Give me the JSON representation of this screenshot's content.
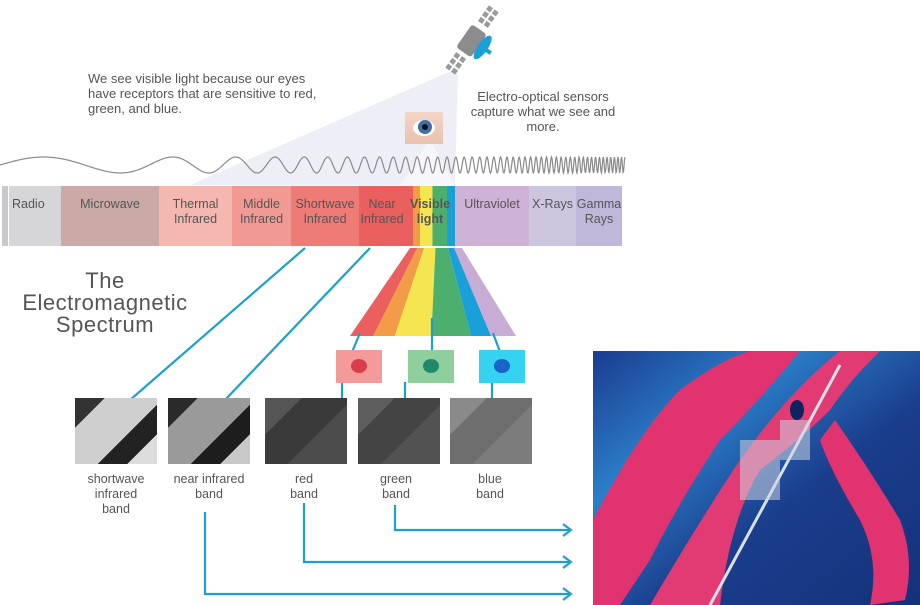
{
  "notes": {
    "human_vision": "We see visible light because our eyes have receptors that are sensitive to red, green, and blue.",
    "sensors": "Electro-optical sensors capture what we see and more."
  },
  "title": {
    "line1": "The",
    "line2": "Electromagnetic",
    "line3": "Spectrum"
  },
  "spectrum": [
    {
      "name": "Radio",
      "color": "#d6d6d8"
    },
    {
      "name": "Microwave",
      "color": "#caa9a6"
    },
    {
      "name": "Thermal Infrared",
      "color": "#f4b8b1"
    },
    {
      "name": "Middle Infrared",
      "color": "#f19a94"
    },
    {
      "name": "Shortwave Infrared",
      "color": "#ee7b76"
    },
    {
      "name": "Near Infrared",
      "color": "#e9605e"
    },
    {
      "name": "Visible light",
      "color": "#f3e54b"
    },
    {
      "name": "Ultraviolet",
      "color": "#cfb3d6"
    },
    {
      "name": "X-Rays",
      "color": "#cdc6df"
    },
    {
      "name": "Gamma Rays",
      "color": "#bfb8da"
    }
  ],
  "visible_colors": [
    "#e9605e",
    "#f39c47",
    "#f5e54e",
    "#4caf6e",
    "#1aa0d8",
    "#c7acd6"
  ],
  "eye_filters": [
    {
      "name": "red",
      "color": "#f26d6d"
    },
    {
      "name": "green",
      "color": "#3fae84"
    },
    {
      "name": "blue",
      "color": "#1fb8e8"
    }
  ],
  "bands": [
    {
      "line1": "shortwave",
      "line2": "infrared",
      "line3": "band"
    },
    {
      "line1": "near infrared",
      "line2": "band",
      "line3": ""
    },
    {
      "line1": "red",
      "line2": "band",
      "line3": ""
    },
    {
      "line1": "green",
      "line2": "band",
      "line3": ""
    },
    {
      "line1": "blue",
      "line2": "band",
      "line3": ""
    }
  ],
  "colors": {
    "connector": "#1ba1cf",
    "text": "#555555",
    "satellite_accent": "#1aa0d8"
  }
}
